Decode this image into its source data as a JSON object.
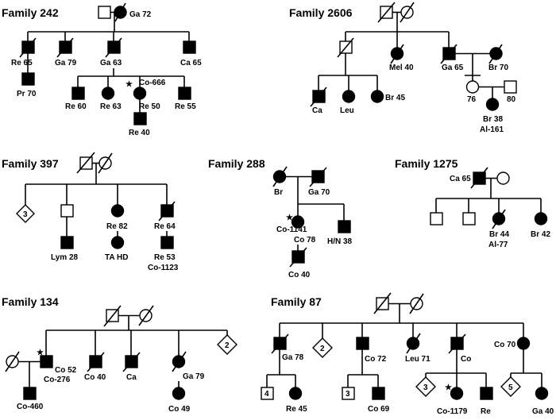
{
  "families": [
    {
      "title": "Family 242",
      "labels": [
        "Ga 72",
        "Re 65",
        "Ga 79",
        "Ga 63",
        "Ca 65",
        "Pr 70",
        "Re 60",
        "Re 63",
        "Co-666",
        "Re 50",
        "Re 55",
        "Re 40"
      ]
    },
    {
      "title": "Family 2606",
      "labels": [
        "Mel 40",
        "Ga 65",
        "Br 70",
        "Ca",
        "Leu",
        "Br 45",
        "76",
        "80",
        "Br 38",
        "Al-161"
      ]
    },
    {
      "title": "Family 397",
      "labels": [
        "3",
        "Re 82",
        "Re 64",
        "Lym 28",
        "TA HD",
        "Re 53",
        "Co-1123"
      ]
    },
    {
      "title": "Family 288",
      "labels": [
        "Br",
        "Ga 70",
        "Co-1141",
        "Co 78",
        "H/N 38",
        "Co 40"
      ]
    },
    {
      "title": "Family 1275",
      "labels": [
        "Ca 65",
        "Br 44",
        "Al-77",
        "Br 42"
      ]
    },
    {
      "title": "Family 134",
      "labels": [
        "Co 52",
        "Co-276",
        "Co 40",
        "Ca",
        "Ga 79",
        "2",
        "Co-460",
        "Co 49"
      ]
    },
    {
      "title": "Family 87",
      "labels": [
        "Ga 78",
        "2",
        "Co 72",
        "Leu 71",
        "Co",
        "Co 70",
        "4",
        "Re 45",
        "3",
        "Co 69",
        "3",
        "Co-1179",
        "Re",
        "5",
        "Ga 40"
      ]
    }
  ]
}
